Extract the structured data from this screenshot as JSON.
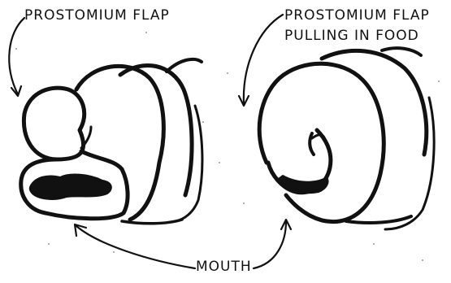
{
  "labels": {
    "left_flap": "PROSTOMIUM FLAP",
    "right_flap_line1": "PROSTOMIUM FLAP",
    "right_flap_line2": "PULLING IN FOOD",
    "mouth": "MOUTH"
  },
  "colors": {
    "ink": "#111111",
    "background": "#ffffff"
  }
}
